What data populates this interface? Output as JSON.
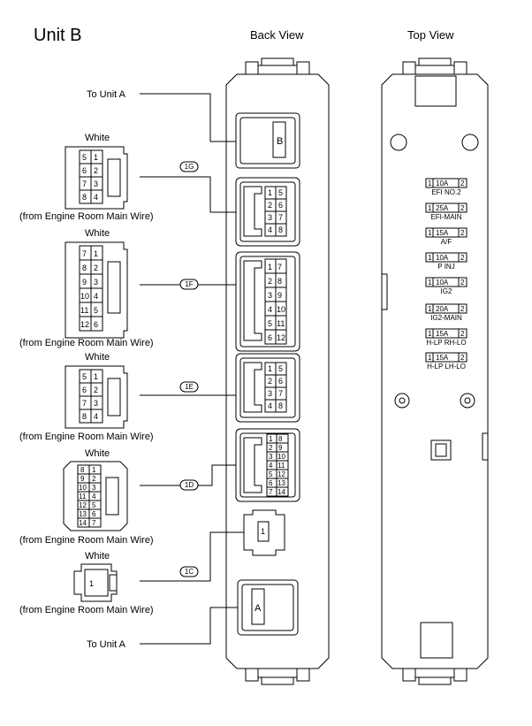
{
  "title": "Unit B",
  "back_view_label": "Back View",
  "top_view_label": "Top View",
  "to_unit_a_top": "To Unit A",
  "to_unit_a_bottom": "To Unit A",
  "connector_b_label": "B",
  "connector_a_label": "A",
  "color_white": "White",
  "source_label": "(from Engine Room Main Wire)",
  "connectors": [
    {
      "code": "1G",
      "pins": [
        "1",
        "5",
        "2",
        "6",
        "3",
        "7",
        "4",
        "8"
      ],
      "plug_pins": [
        "5",
        "1",
        "6",
        "2",
        "7",
        "3",
        "8",
        "4"
      ]
    },
    {
      "code": "1F",
      "pins": [
        "1",
        "7",
        "2",
        "8",
        "3",
        "9",
        "4",
        "10",
        "5",
        "11",
        "6",
        "12"
      ],
      "plug_pins": [
        "7",
        "1",
        "8",
        "2",
        "9",
        "3",
        "10",
        "4",
        "11",
        "5",
        "12",
        "6"
      ]
    },
    {
      "code": "1E",
      "pins": [
        "1",
        "5",
        "2",
        "6",
        "3",
        "7",
        "4",
        "8"
      ],
      "plug_pins": [
        "5",
        "1",
        "6",
        "2",
        "7",
        "3",
        "8",
        "4"
      ]
    },
    {
      "code": "1D",
      "pins": [
        "1",
        "8",
        "2",
        "9",
        "3",
        "10",
        "4",
        "11",
        "5",
        "12",
        "6",
        "13",
        "7",
        "14"
      ],
      "plug_pins": [
        "8",
        "1",
        "9",
        "2",
        "10",
        "3",
        "11",
        "4",
        "12",
        "5",
        "13",
        "6",
        "14",
        "7"
      ]
    },
    {
      "code": "1C",
      "pins": [
        "1"
      ],
      "plug_pins": [
        "1"
      ]
    }
  ],
  "fuses": [
    {
      "left": "1",
      "rating": "10A",
      "right": "2",
      "name": "EFI NO.2"
    },
    {
      "left": "1",
      "rating": "25A",
      "right": "2",
      "name": "EFI-MAIN"
    },
    {
      "left": "1",
      "rating": "15A",
      "right": "2",
      "name": "A/F"
    },
    {
      "left": "1",
      "rating": "10A",
      "right": "2",
      "name": "P INJ"
    },
    {
      "left": "1",
      "rating": "10A",
      "right": "2",
      "name": "IG2"
    },
    {
      "left": "1",
      "rating": "20A",
      "right": "2",
      "name": "IG2-MAIN"
    },
    {
      "left": "1",
      "rating": "15A",
      "right": "2",
      "name": "H-LP RH-LO"
    },
    {
      "left": "1",
      "rating": "15A",
      "right": "2",
      "name": "H-LP LH-LO"
    }
  ]
}
